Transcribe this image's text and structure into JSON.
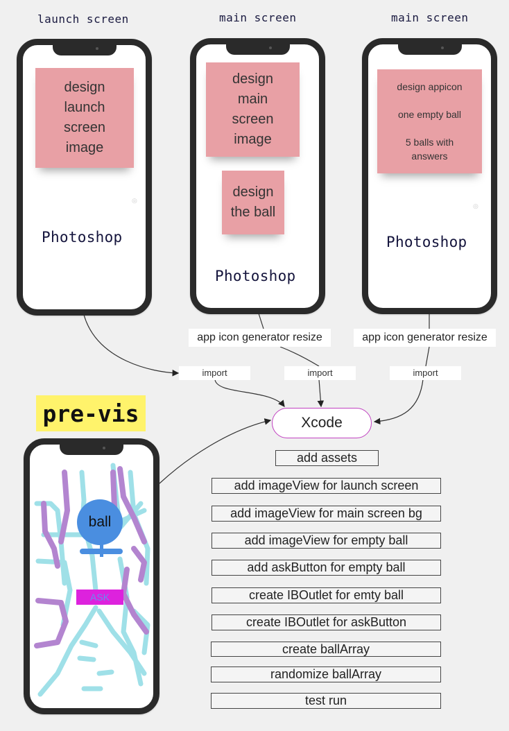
{
  "screens": [
    {
      "title": "launch screen",
      "notes": [
        "design",
        "launch",
        "screen",
        "image"
      ],
      "tool": "Photoshop"
    },
    {
      "title": "main screen",
      "notes_1": [
        "design",
        "main",
        "screen",
        "image"
      ],
      "notes_2": [
        "design",
        "the ball"
      ],
      "tool": "Photoshop",
      "resize_label": "app icon generator resize"
    },
    {
      "title": "main screen",
      "notes": [
        "design  appicon",
        "one empty ball",
        "5 balls with",
        "answers"
      ],
      "tool": "Photoshop",
      "resize_label": "app icon generator resize"
    }
  ],
  "import_labels": [
    "import",
    "import",
    "import"
  ],
  "xcode_label": "Xcode",
  "previs_label": "pre-vis",
  "mockup": {
    "ball_label": "ball",
    "ask_label": "ASK"
  },
  "steps": [
    "add assets",
    "add imageView for launch screen",
    "add imageView for main screen bg",
    "add imageView for empty ball",
    "add askButton for empty ball",
    "create IBOutlet for emty ball",
    "create IBOutlet for askButton",
    "create ballArray",
    "randomize ballArray",
    "test run"
  ],
  "colors": {
    "background": "#f0f0f0",
    "sticky_note": "#e8a0a5",
    "xcode_border": "#c040c0",
    "previs_highlight": "#fff36b",
    "ball": "#4a8ee0",
    "ask_button": "#dd22dd",
    "sketch_cyan": "#7fd6e0",
    "sketch_purple": "#9a5cc0"
  }
}
